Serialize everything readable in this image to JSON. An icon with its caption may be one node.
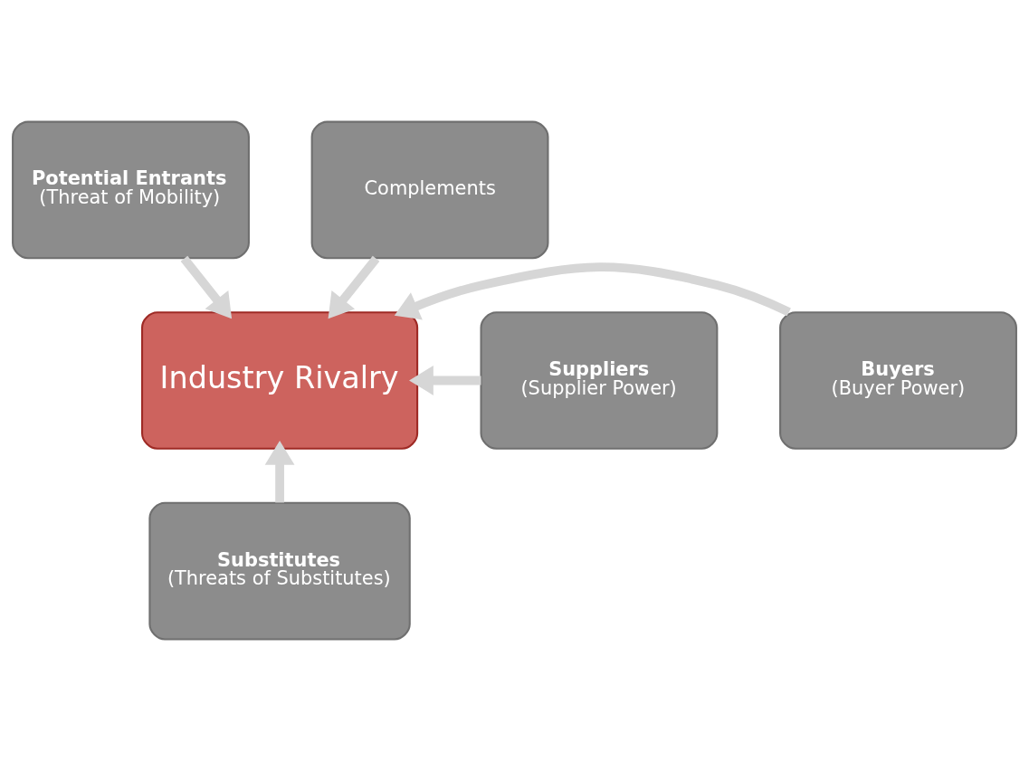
{
  "diagram": {
    "nodes": [
      {
        "text": [
          "Potential Entrants",
          "(Threat of Mobility)"
        ]
      },
      {
        "text": [
          "Complements"
        ]
      },
      {
        "text": [
          "Suppliers",
          "(Supplier Power)"
        ]
      },
      {
        "text": [
          "Industry Rivalry"
        ]
      },
      {
        "text": [
          "Buyers",
          "(Buyer Power)"
        ]
      },
      {
        "text": [
          "Substitutes",
          "(Threats of Substitutes)"
        ]
      }
    ],
    "edges": [
      {
        "from": 0,
        "to": 3,
        "arrow": "to"
      },
      {
        "from": 1,
        "to": 3,
        "arrow": "to"
      },
      {
        "from": 2,
        "to": 3,
        "arrow": "to"
      },
      {
        "from": 4,
        "to": 3,
        "arrow": "to"
      },
      {
        "from": 5,
        "to": 3,
        "arrow": "to"
      }
    ]
  }
}
